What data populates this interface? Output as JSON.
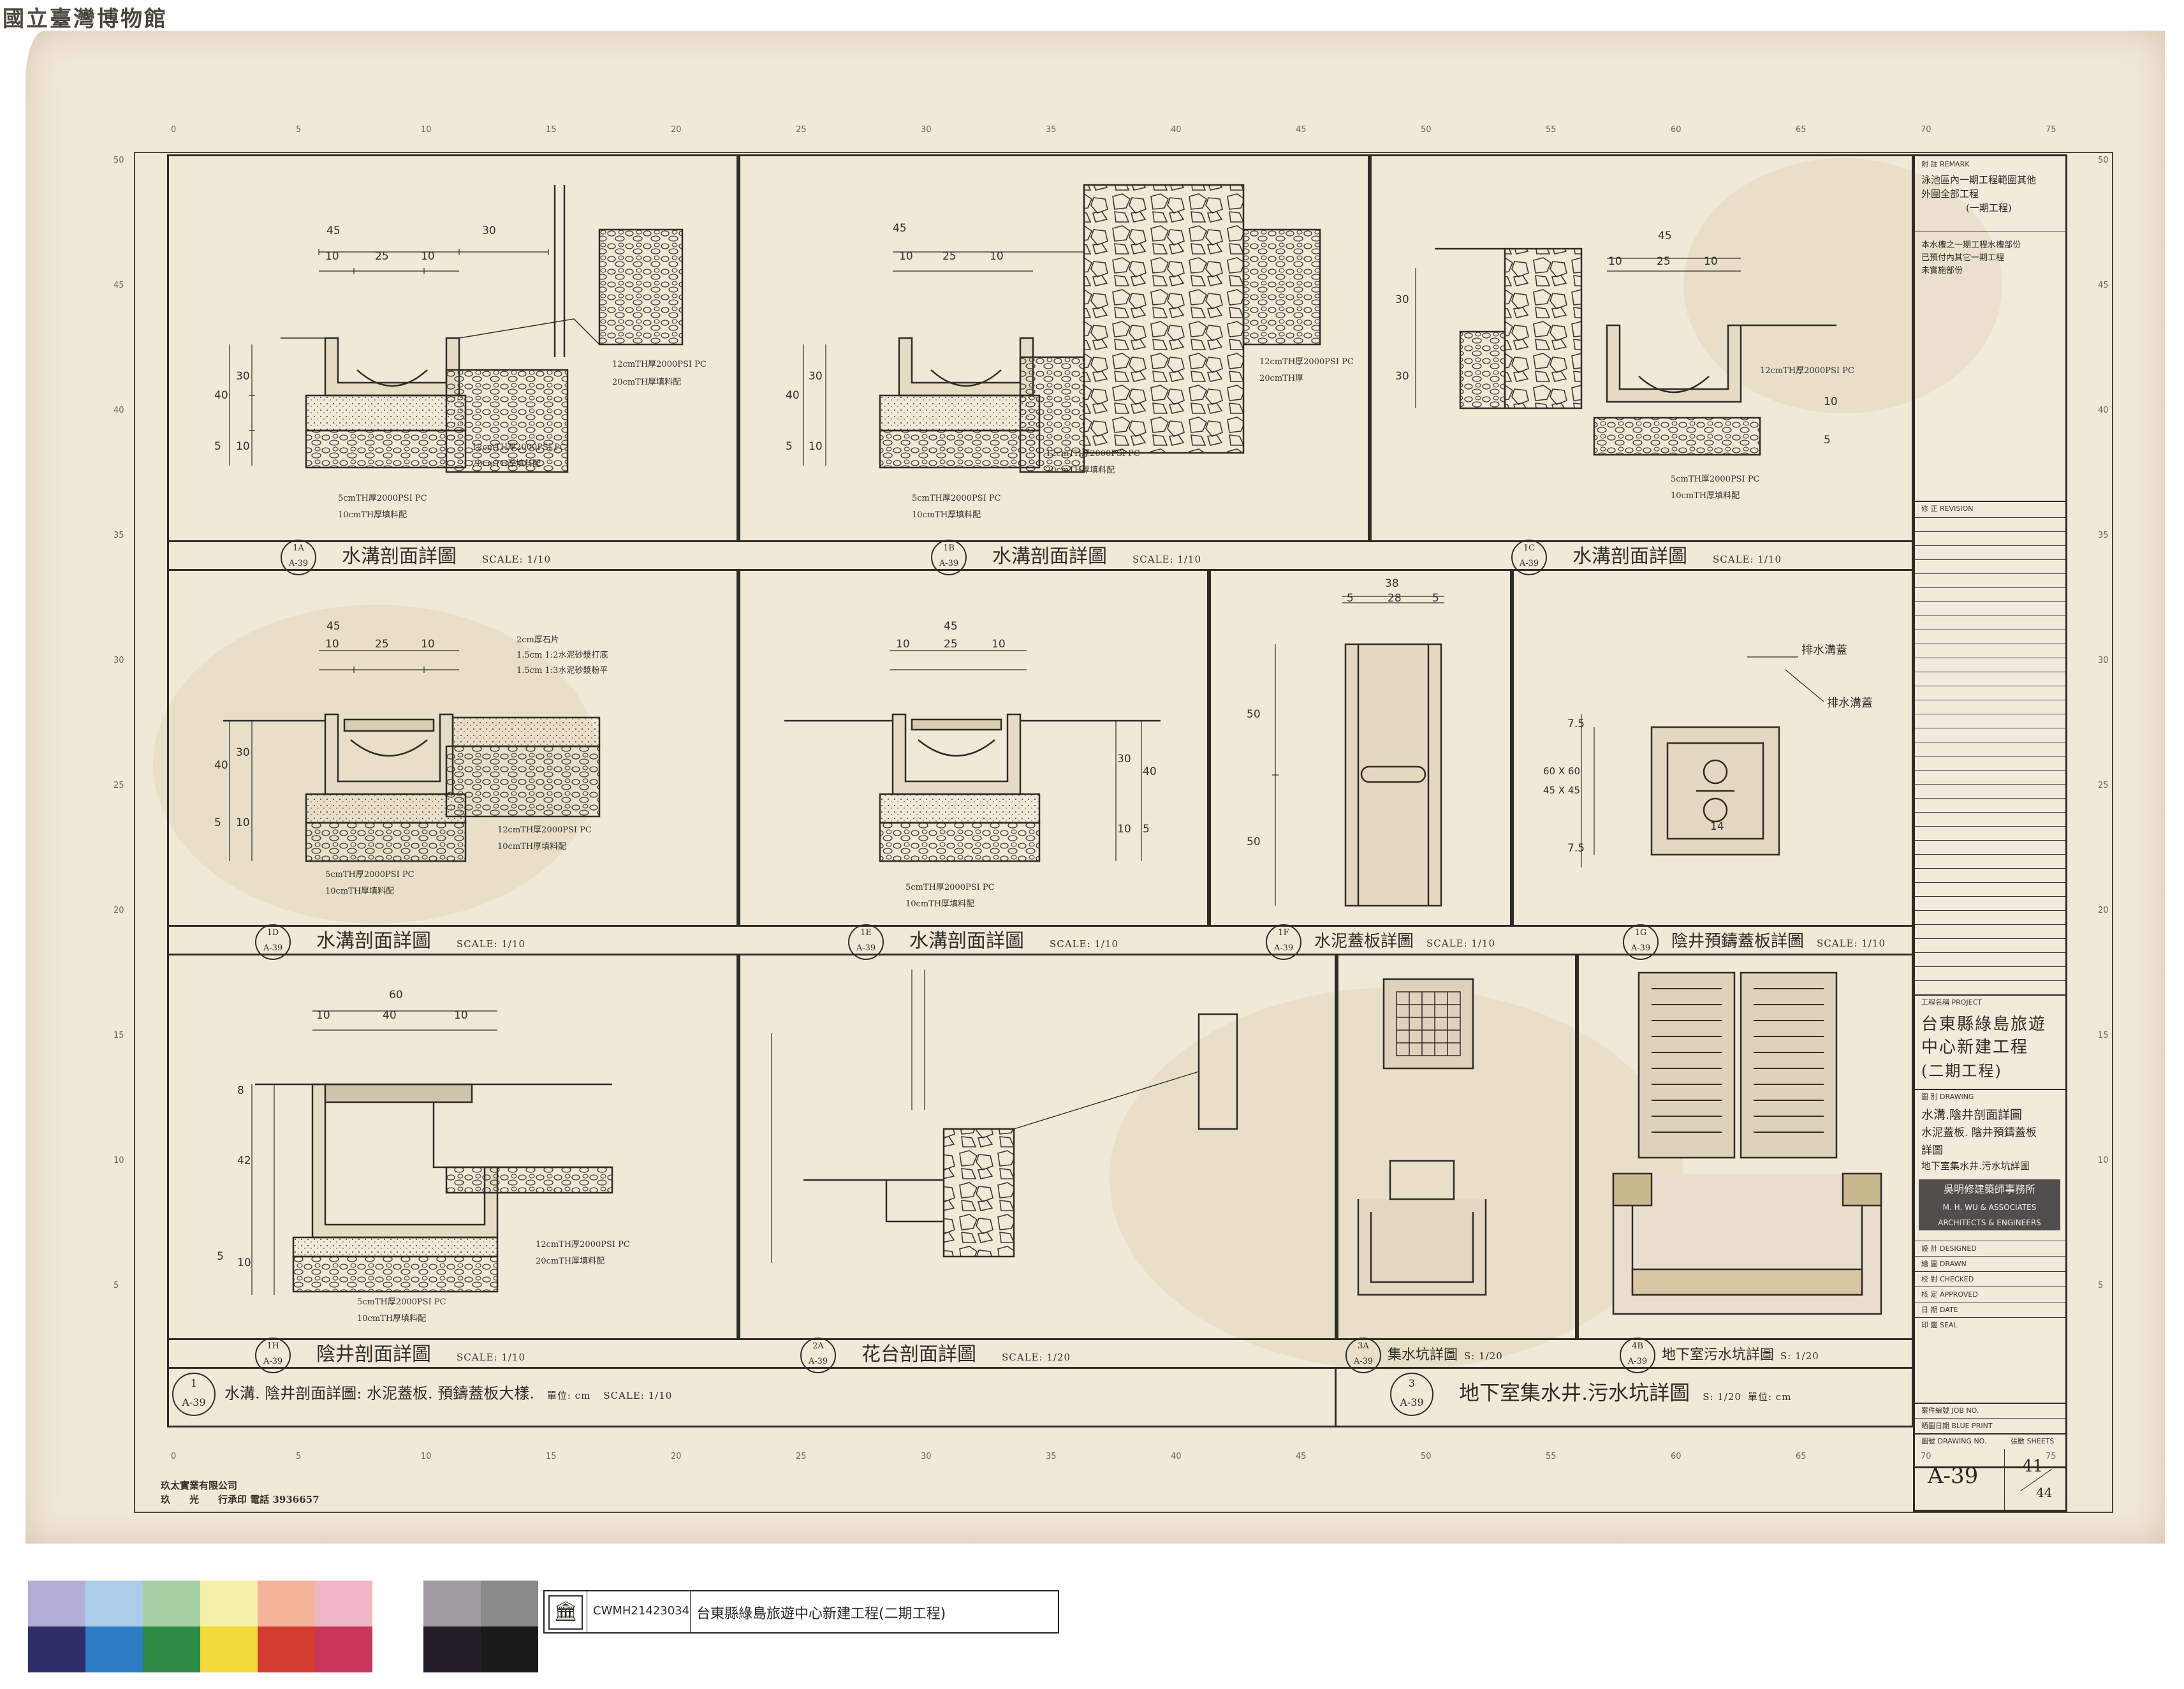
{
  "header": {
    "museum_name": "國立臺灣博物館"
  },
  "sheet": {
    "printer_line1": "玖太實業有限公司",
    "printer_line2": "玖　　光　　行承印 電話 3936657",
    "top_rulers": [
      "0",
      "5",
      "10",
      "15",
      "20",
      "25",
      "30",
      "35",
      "40",
      "45",
      "50",
      "55",
      "60",
      "65",
      "70",
      "75"
    ],
    "side_rulers": [
      "50",
      "45",
      "40",
      "35",
      "30",
      "25",
      "20",
      "15",
      "10",
      "5"
    ]
  },
  "panels": {
    "p1A": {
      "ref": "1A",
      "sheet_ref": "A-39",
      "title": "水溝剖面詳圖",
      "scale": "SCALE: 1/10",
      "dims": [
        "45",
        "30",
        "10",
        "25",
        "10",
        "40",
        "30",
        "10",
        "5"
      ],
      "notes": [
        "12cmTH厚2000PSI PC",
        "20cmTH厚填料配",
        "5cmTH厚2000PSI PC",
        "10cmTH厚填料配",
        "12cmTH厚2000PSI PC",
        "20cmTH厚填料配"
      ]
    },
    "p1B": {
      "ref": "1B",
      "sheet_ref": "A-39",
      "title": "水溝剖面詳圖",
      "scale": "SCALE: 1/10",
      "dims": [
        "45",
        "10",
        "25",
        "10",
        "40",
        "30",
        "10",
        "5"
      ],
      "notes": [
        "12cmTH厚2000PSI PC",
        "20cmTH厚",
        "12cmTH厚2000PSI PC",
        "20cmTH厚填料配",
        "5cmTH厚2000PSI PC",
        "10cmTH厚填料配"
      ]
    },
    "p1C": {
      "ref": "1C",
      "sheet_ref": "A-39",
      "title": "水溝剖面詳圖",
      "scale": "SCALE: 1/10",
      "dims": [
        "45",
        "10",
        "25",
        "10",
        "30",
        "30",
        "10",
        "5"
      ],
      "notes": [
        "12cmTH厚2000PSI PC",
        "5cmTH厚2000PSI PC",
        "10cmTH厚填料配"
      ]
    },
    "p1D": {
      "ref": "1D",
      "sheet_ref": "A-39",
      "title": "水溝剖面詳圖",
      "scale": "SCALE: 1/10",
      "dims": [
        "45",
        "10",
        "25",
        "10",
        "40",
        "30",
        "10",
        "5"
      ],
      "notes": [
        "2cm厚石片",
        "1.5cm 1:2水泥砂漿打底",
        "1.5cm 1:3水泥砂漿粉平",
        "12cmTH厚2000PSI PC",
        "10cmTH厚填料配",
        "5cmTH厚2000PSI PC",
        "10cmTH厚填料配"
      ]
    },
    "p1E": {
      "ref": "1E",
      "sheet_ref": "A-39",
      "title": "水溝剖面詳圖",
      "scale": "SCALE: 1/10",
      "dims": [
        "45",
        "10",
        "25",
        "10",
        "40",
        "30",
        "10",
        "5"
      ],
      "notes": [
        "5cmTH厚2000PSI PC",
        "10cmTH厚填料配"
      ]
    },
    "p1F": {
      "ref": "1F",
      "sheet_ref": "A-39",
      "title": "水泥蓋板詳圖",
      "scale": "SCALE: 1/10",
      "dims": [
        "38",
        "5",
        "28",
        "5",
        "50",
        "50"
      ]
    },
    "p1G": {
      "ref": "1G",
      "sheet_ref": "A-39",
      "title": "陰井預鑄蓋板詳圖",
      "scale": "SCALE: 1/10",
      "dims": [
        "60 X 60",
        "45 X 45",
        "7.5",
        "7.5",
        "14"
      ],
      "notes": [
        "排水溝蓋",
        "排水溝蓋"
      ]
    },
    "p1H": {
      "ref": "1H",
      "sheet_ref": "A-39",
      "title": "陰井剖面詳圖",
      "scale": "SCALE: 1/10",
      "dims": [
        "60",
        "10",
        "40",
        "10",
        "8",
        "42",
        "10",
        "5"
      ],
      "notes": [
        "12cmTH厚2000PSI PC",
        "20cmTH厚填料配",
        "5cmTH厚2000PSI PC",
        "10cmTH厚填料配"
      ]
    },
    "p2A": {
      "ref": "2A",
      "sheet_ref": "A-39",
      "title": "花台剖面詳圖",
      "scale": "SCALE: 1/20"
    },
    "p3A": {
      "ref": "3A",
      "sheet_ref": "A-39",
      "title": "集水坑詳圖",
      "scale": "S: 1/20"
    },
    "p4B": {
      "ref": "4B",
      "sheet_ref": "A-39",
      "title": "地下室污水坑詳圖",
      "scale": "S: 1/20"
    }
  },
  "footer_notes": {
    "left": {
      "ref": "1",
      "sheet_ref": "A-39",
      "text": "水溝. 陰井剖面詳圖: 水泥蓋板. 預鑄蓋板大樣.",
      "unit": "單位: cm",
      "scale": "SCALE: 1/10"
    },
    "right": {
      "ref": "3",
      "sheet_ref": "A-39",
      "text": "地下室集水井.污水坑詳圖",
      "scale": "S: 1/20",
      "unit": "單位: cm"
    }
  },
  "title_block": {
    "remark_label": "附 註 REMARK",
    "remark_lines": [
      "泳池區內一期工程範圍其他",
      "外圍全部工程",
      "(一期工程)",
      "本水槽之一期工程水槽部份",
      "已預付內其它一期工程",
      "未實施部份"
    ],
    "revision_label": "修 正 REVISION",
    "project_label": "工程名稱 PROJECT",
    "project_lines": [
      "台東縣綠島旅遊",
      "中心新建工程",
      "(二期工程)"
    ],
    "drawing_label": "圖 別 DRAWING",
    "drawing_lines": [
      "水溝.陰井剖面詳圖",
      "水泥蓋板. 陰井預鑄蓋板",
      "詳圖",
      "地下室集水井.污水坑詳圖"
    ],
    "firm_name": "吳明修建築師事務所",
    "firm_english": [
      "M. H. WU & ASSOCIATES",
      "ARCHITECTS & ENGINEERS"
    ],
    "designed_label": "設 計 DESIGNED",
    "drawn_label": "繪 圖 DRAWN",
    "checked_label": "校 對 CHECKED",
    "approved_label": "核 定 APPROVED",
    "date_label": "日 期 DATE",
    "seal_label": "印 鑑 SEAL",
    "job_label": "案件編號 JOB NO.",
    "blueprint_label": "晒圖日期 BLUE PRINT",
    "drawing_no_label": "圖號 DRAWING NO.",
    "sheets_label": "張數 SHEETS",
    "drawing_no": "A-39",
    "sheet_no": "41",
    "sheet_total": "44"
  },
  "archive": {
    "catalog_id": "CWMH21423034",
    "catalog_title": "台東縣綠島旅遊中心新建工程(二期工程)",
    "swatches_top": [
      "#b3aed6",
      "#a9cdea",
      "#a6cfa6",
      "#f4f1a9",
      "#f4b49a",
      "#efb6c6",
      "#ffffff",
      "#a29a9f",
      "#8a8a8a"
    ],
    "swatches_bottom": [
      "#2d2f66",
      "#2b7cc4",
      "#2f8a45",
      "#f0da3a",
      "#d33d2f",
      "#c8365a",
      "#ffffff",
      "#241d29",
      "#1a1a1a"
    ]
  }
}
